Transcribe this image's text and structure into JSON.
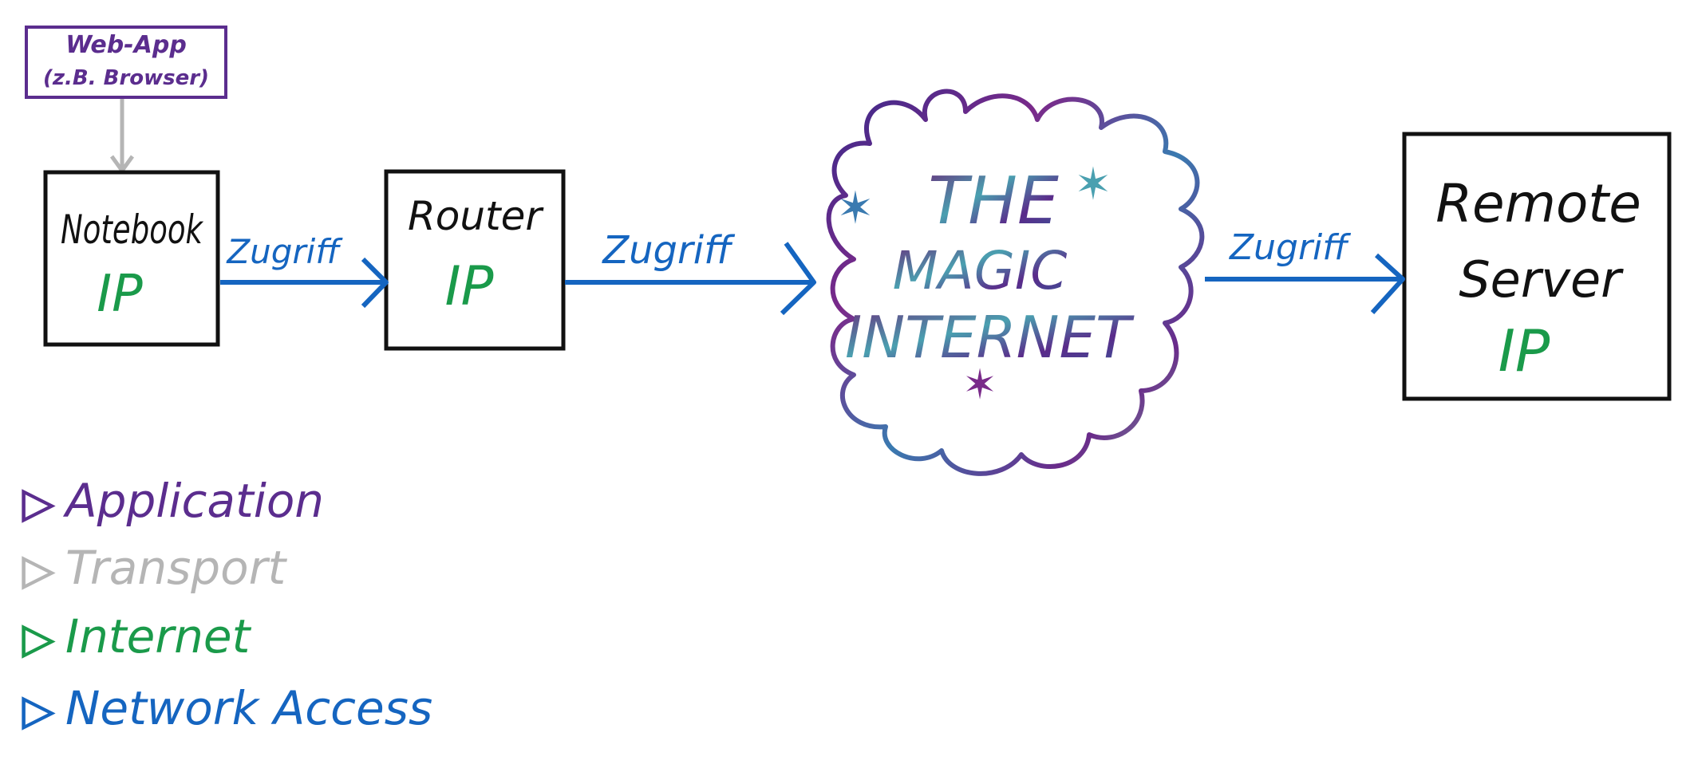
{
  "colors": {
    "application": "#5b2d8e",
    "transport": "#b5b5b5",
    "internet": "#1a9a4a",
    "network_access": "#1565c0",
    "ink": "#111111"
  },
  "webapp": {
    "title": "Web-App",
    "subtitle": "(z.B. Browser)"
  },
  "notebook": {
    "label": "Notebook",
    "ip": "IP"
  },
  "router": {
    "label": "Router",
    "ip": "IP"
  },
  "server": {
    "label_line1": "Remote",
    "label_line2": "Server",
    "ip": "IP"
  },
  "cloud": {
    "line1": "THE",
    "line2": "MAGIC",
    "line3": "INTERNET"
  },
  "arrows": {
    "notebook_router": "Zugriff",
    "router_cloud": "Zugriff",
    "cloud_server": "Zugriff"
  },
  "legend": [
    {
      "marker": "▷",
      "label": "Application",
      "color": "#5b2d8e"
    },
    {
      "marker": "▷",
      "label": "Transport",
      "color": "#b5b5b5"
    },
    {
      "marker": "▷",
      "label": "Internet",
      "color": "#1a9a4a"
    },
    {
      "marker": "▷",
      "label": "Network Access",
      "color": "#1565c0"
    }
  ]
}
